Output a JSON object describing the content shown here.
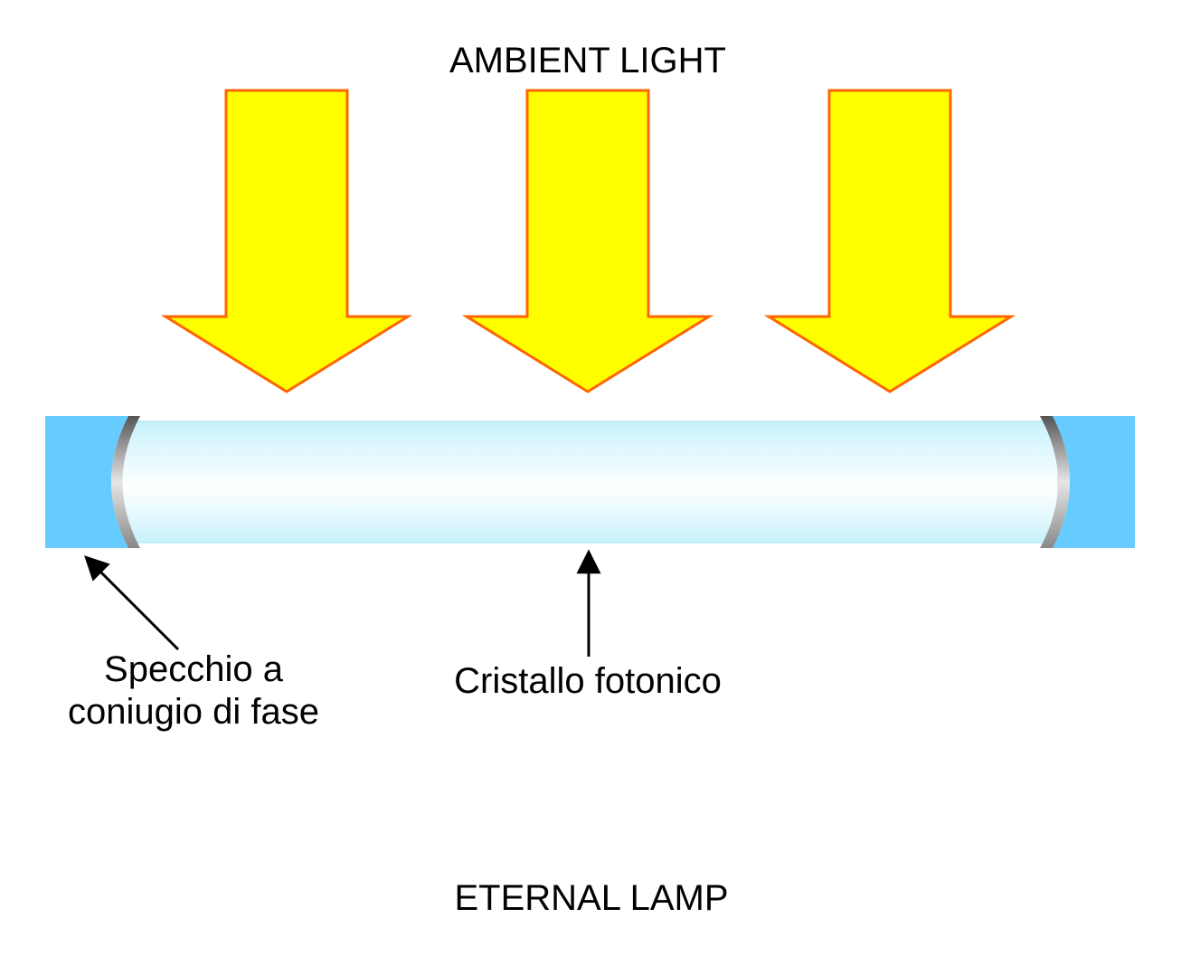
{
  "title_top": "AMBIENT LIGHT",
  "title_bottom": "ETERNAL LAMP",
  "labels": {
    "mirror_line1": "Specchio a",
    "mirror_line2": "coniugio di fase",
    "crystal": "Cristallo fotonico"
  },
  "colors": {
    "arrow_fill": "#ffff00",
    "arrow_stroke": "#ff6600",
    "end_block": "#66ccff",
    "tube_edge": "#ccf4ff"
  }
}
